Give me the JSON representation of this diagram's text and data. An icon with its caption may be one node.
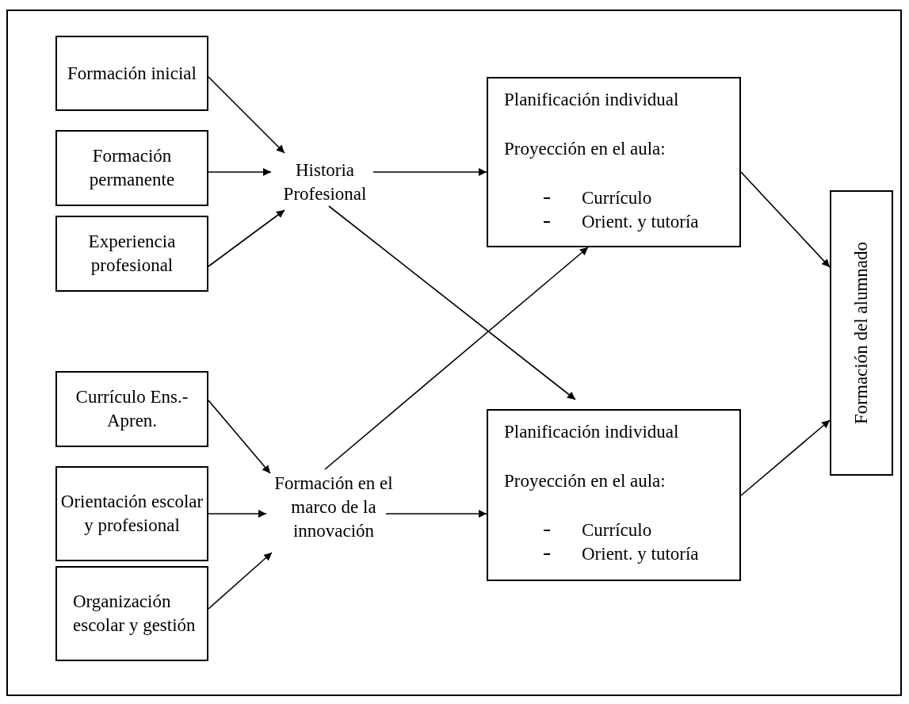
{
  "diagram": {
    "nodes": [
      {
        "text": [
          "Formación inicial"
        ]
      },
      {
        "text": [
          "Formación permanente"
        ]
      },
      {
        "text": [
          "Experiencia profesional"
        ]
      },
      {
        "text": [
          "Currículo Ens.-Apren."
        ]
      },
      {
        "text": [
          "Orientación escolar y profesional"
        ]
      },
      {
        "text": [
          "Organización escolar y gestión"
        ]
      },
      {
        "text": [
          "Historia Profesional"
        ]
      },
      {
        "text": [
          "Planificación individual",
          "Proyección en el aula:",
          "Currículo",
          "Orient. y tutoría"
        ]
      },
      {
        "text": [
          "Planificación individual",
          "Proyección en el aula:",
          "Currículo",
          "Orient. y tutoría"
        ]
      },
      {
        "text": [
          "Formación en el marco de la innovación"
        ]
      },
      {
        "text": [
          "Formación del alumnado"
        ]
      }
    ],
    "edges": [
      {
        "from": 0,
        "to": 6,
        "arrow": "to"
      },
      {
        "from": 1,
        "to": 6,
        "arrow": "to"
      },
      {
        "from": 2,
        "to": 6,
        "arrow": "to"
      },
      {
        "from": 6,
        "to": 7,
        "arrow": "to"
      },
      {
        "from": 6,
        "to": 8,
        "arrow": "to"
      },
      {
        "from": 3,
        "to": 9,
        "arrow": "to"
      },
      {
        "from": 4,
        "to": 9,
        "arrow": "to"
      },
      {
        "from": 5,
        "to": 9,
        "arrow": "to"
      },
      {
        "from": 9,
        "to": 7,
        "arrow": "to"
      },
      {
        "from": 9,
        "to": 8,
        "arrow": "to"
      },
      {
        "from": 7,
        "to": 10,
        "arrow": "to"
      },
      {
        "from": 8,
        "to": 10,
        "arrow": "to"
      }
    ]
  }
}
